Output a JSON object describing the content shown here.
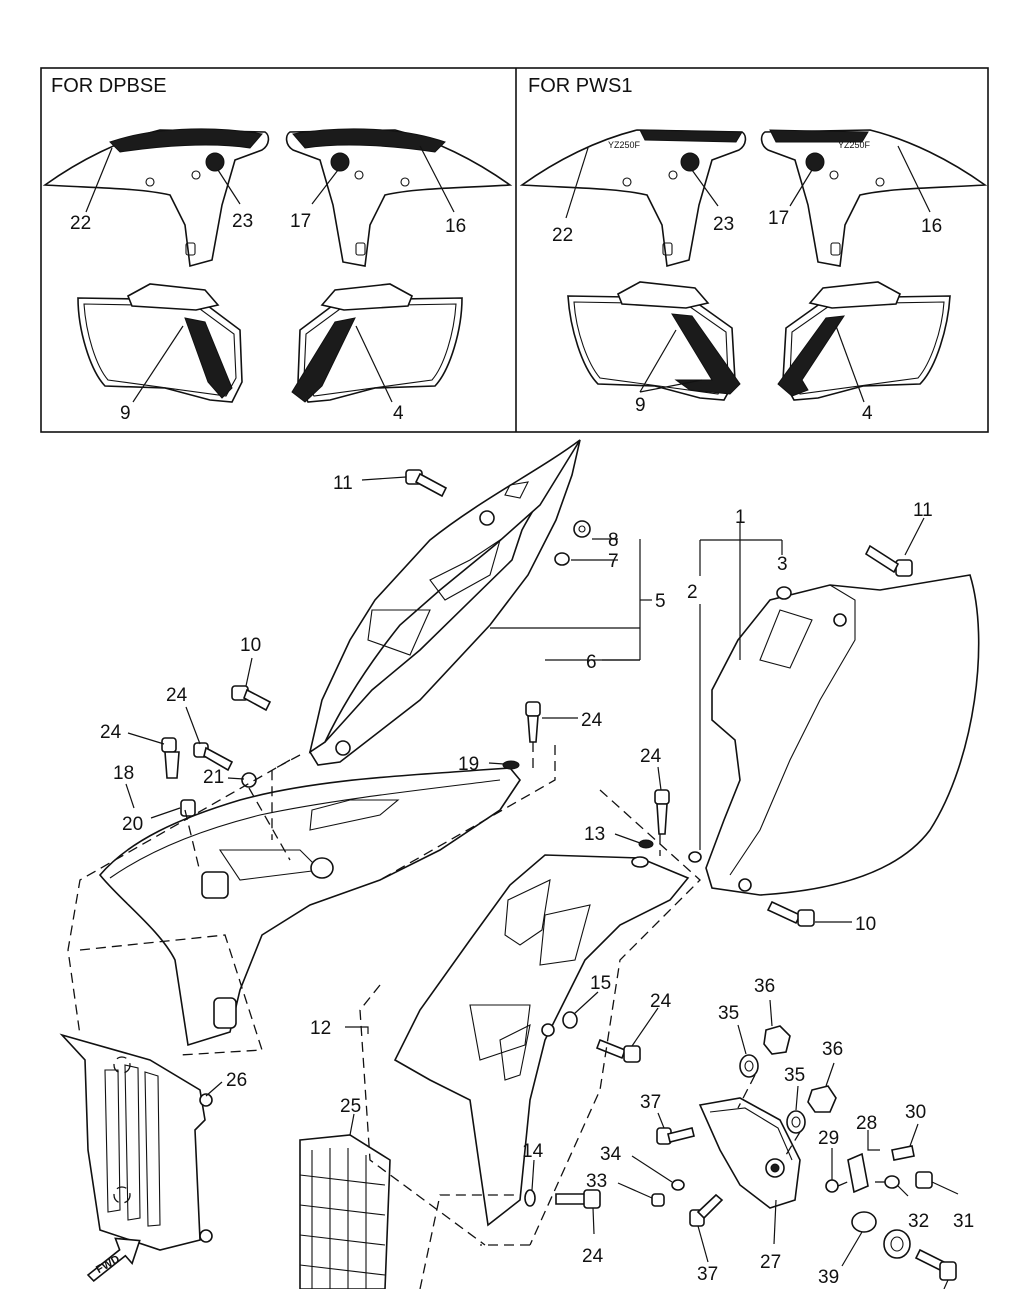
{
  "variants": [
    {
      "title": "FOR DPBSE"
    },
    {
      "title": "FOR PWS1"
    }
  ],
  "callouts": {
    "v1_22": "22",
    "v1_23": "23",
    "v1_17": "17",
    "v1_16": "16",
    "v1_9": "9",
    "v1_4": "4",
    "v2_22": "22",
    "v2_23": "23",
    "v2_17": "17",
    "v2_16": "16",
    "v2_9": "9",
    "v2_4": "4",
    "p11a": "11",
    "p8": "8",
    "p7": "7",
    "p5": "5",
    "p6": "6",
    "p10a": "10",
    "p24a": "24",
    "p24b": "24",
    "p24c": "24",
    "p18": "18",
    "p21": "21",
    "p20": "20",
    "p19": "19",
    "p1": "1",
    "p2": "2",
    "p3": "3",
    "p11b": "11",
    "p10b": "10",
    "p24d": "24",
    "p13": "13",
    "p15": "15",
    "p24e": "24",
    "p12": "12",
    "p26": "26",
    "p25": "25",
    "p14": "14",
    "p33": "33",
    "p24f": "24",
    "p36a": "36",
    "p35a": "35",
    "p36b": "36",
    "p35b": "35",
    "p37a": "37",
    "p34": "34",
    "p28": "28",
    "p29": "29",
    "p30": "30",
    "p32": "32",
    "p31": "31",
    "p27": "27",
    "p37b": "37",
    "p39": "39"
  },
  "stamps": {
    "fwd": "FWD",
    "decal": "YZ250F"
  }
}
